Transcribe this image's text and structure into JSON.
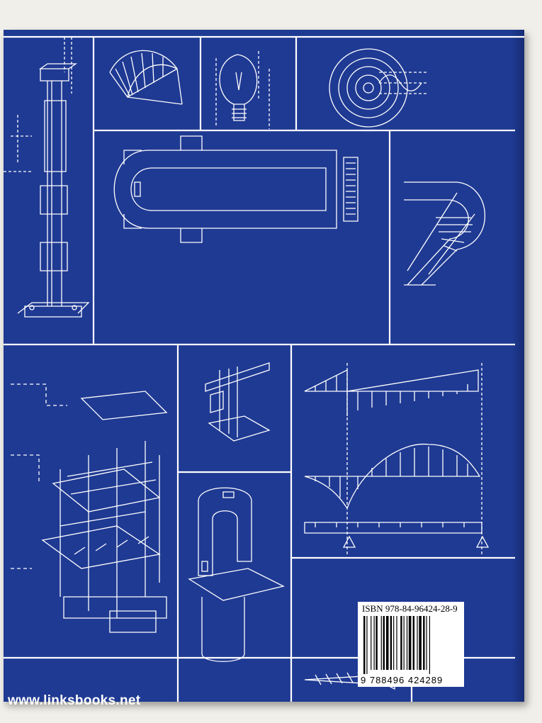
{
  "cover": {
    "background_color": "#1f3a93",
    "line_color": "#ffffff",
    "website": "www.linksbooks.net",
    "isbn_label": "ISBN 978-84-96424-28-9",
    "barcode_digits": "9 788496 424289"
  },
  "illustrations": [
    "steel-column-icon",
    "shell-roof-icon",
    "light-bulb-icon",
    "wave-rings-icon",
    "church-floor-plan-icon",
    "spiral-staircase-icon",
    "timber-frame-icon",
    "beam-joint-icon",
    "force-diagram-icon",
    "band-saw-icon",
    "screw-icon"
  ]
}
